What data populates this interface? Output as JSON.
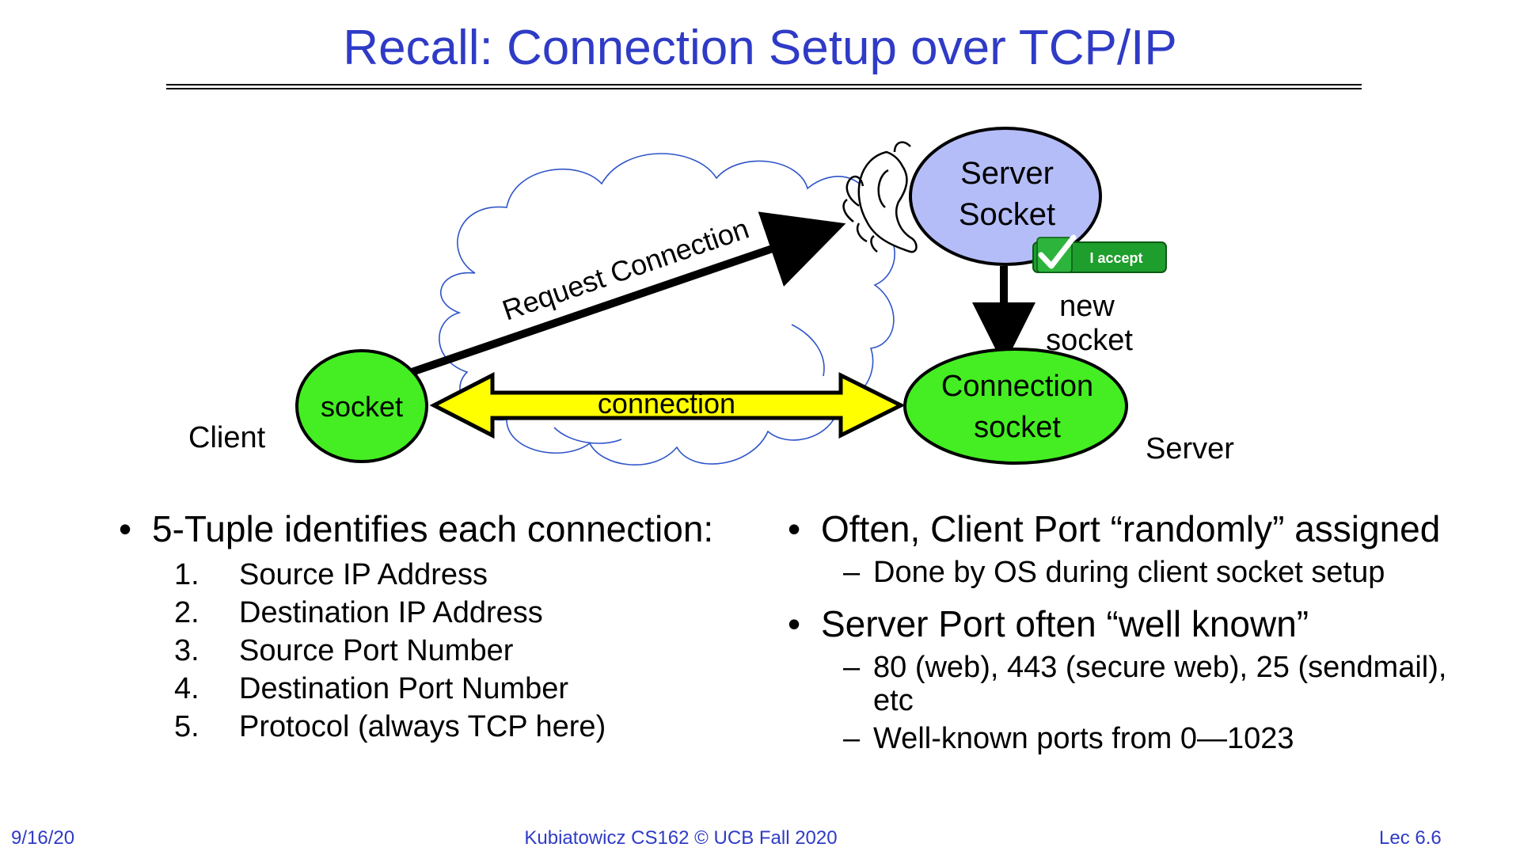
{
  "slide": {
    "title": "Recall: Connection Setup over TCP/IP"
  },
  "diagram": {
    "client_label": "Client",
    "server_label": "Server",
    "client_socket_label": "socket",
    "server_socket_label_line1": "Server",
    "server_socket_label_line2": "Socket",
    "connection_socket_label_line1": "Connection",
    "connection_socket_label_line2": "socket",
    "request_label": "Request Connection",
    "connection_label": "connection",
    "new_socket_line1": "new",
    "new_socket_line2": "socket",
    "accept_badge": "I accept",
    "colors": {
      "socket_green": "#44ee22",
      "server_socket_blue": "#b4bdf7",
      "arrow_yellow": "#ffff00",
      "cloud_stroke": "#2f55c8",
      "badge_green": "#1e9e2c"
    }
  },
  "left_bullets": {
    "heading": "5-Tuple identifies each connection:",
    "items": [
      {
        "num": "1.",
        "text": "Source IP Address"
      },
      {
        "num": "2.",
        "text": "Destination IP Address"
      },
      {
        "num": "3.",
        "text": "Source Port Number"
      },
      {
        "num": "4.",
        "text": "Destination Port Number"
      },
      {
        "num": "5.",
        "text": "Protocol (always TCP here)"
      }
    ]
  },
  "right_bullets": {
    "b1": "Often, Client Port “randomly” assigned",
    "b1_sub1": "Done by OS during client socket setup",
    "b2": "Server Port often “well known”",
    "b2_sub1": "80 (web), 443 (secure web), 25 (sendmail), etc",
    "b2_sub2": "Well-known ports from 0—1023",
    "bullet_glyph": "•",
    "dash_glyph": "–"
  },
  "footer": {
    "date": "9/16/20",
    "center": "Kubiatowicz CS162 © UCB Fall 2020",
    "lecture": "Lec 6.6"
  }
}
